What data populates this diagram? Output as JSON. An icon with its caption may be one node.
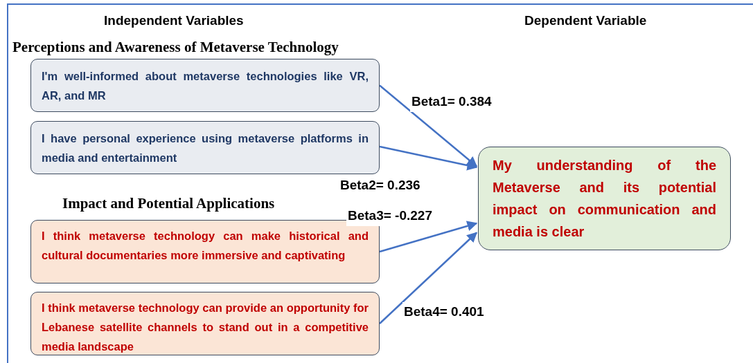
{
  "diagram": {
    "nodes": [
      {
        "text": [
          "I'm well-informed about metaverse technologies like VR, AR, and MR"
        ]
      },
      {
        "text": [
          "I have personal experience using metaverse platforms in media and entertainment"
        ]
      },
      {
        "text": [
          "I think metaverse technology can make historical and cultural documentaries more immersive and captivating"
        ]
      },
      {
        "text": [
          "I think metaverse technology can provide an opportunity for Lebanese satellite channels to stand out in a competitive media landscape"
        ]
      },
      {
        "text": [
          "My understanding of the Metaverse and its potential impact on communication and media is clear"
        ]
      }
    ],
    "edges": [
      {
        "from": 0,
        "to": 4,
        "arrow": "to",
        "label": "Beta1= 0.384"
      },
      {
        "from": 1,
        "to": 4,
        "arrow": "to",
        "label": "Beta2= 0.236"
      },
      {
        "from": 2,
        "to": 4,
        "arrow": "to",
        "label": "Beta3= -0.227"
      },
      {
        "from": 3,
        "to": 4,
        "arrow": "to",
        "label": "Beta4= 0.401"
      }
    ],
    "labels": [
      "Independent Variables",
      "Dependent Variable",
      "Perceptions and Awareness of Metaverse Technology",
      "Impact and Potential Applications"
    ]
  }
}
